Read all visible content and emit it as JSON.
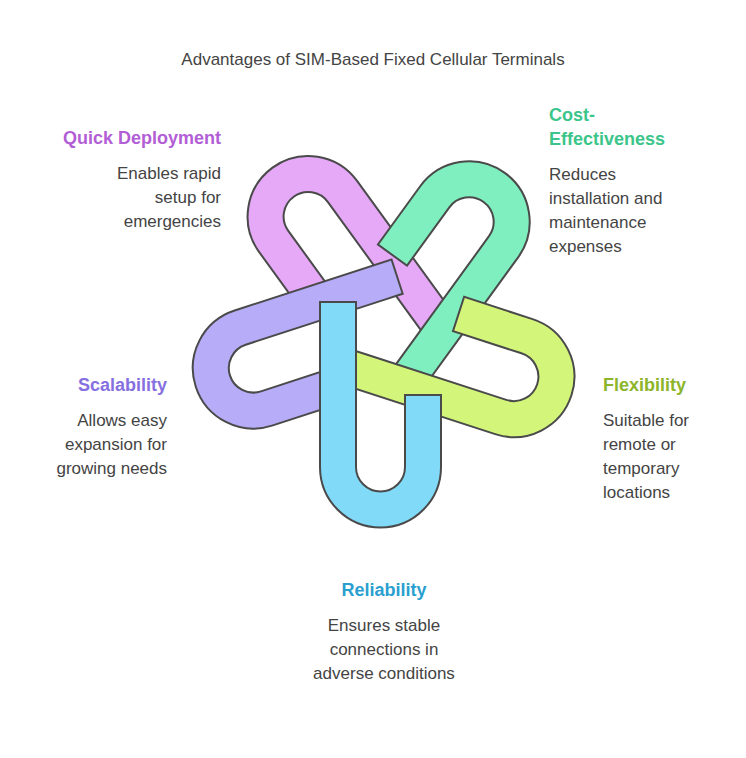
{
  "diagram": {
    "title": "Advantages of SIM-Based Fixed Cellular Terminals",
    "nodes": [
      {
        "text": [
          "Quick Deployment",
          "Enables rapid setup for emergencies"
        ]
      },
      {
        "text": [
          "Cost-Effectiveness",
          "Reduces installation and maintenance expenses"
        ]
      },
      {
        "text": [
          "Scalability",
          "Allows easy expansion for growing needs"
        ]
      },
      {
        "text": [
          "Flexibility",
          "Suitable for remote or temporary locations"
        ]
      },
      {
        "text": [
          "Reliability",
          "Ensures stable connections in adverse conditions"
        ]
      }
    ]
  }
}
